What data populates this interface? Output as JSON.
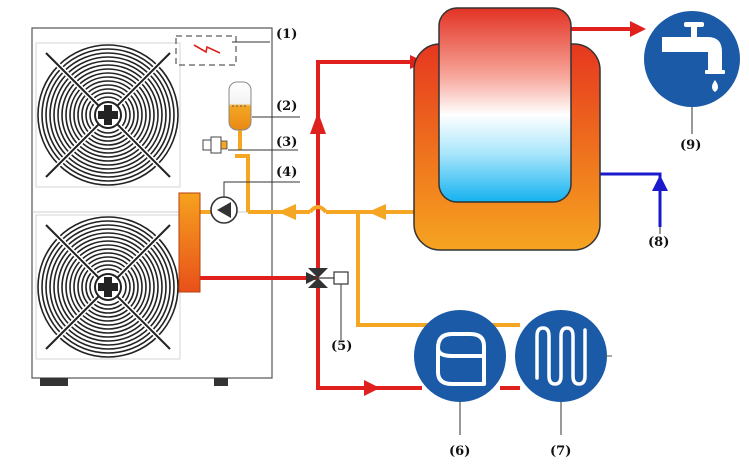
{
  "labels": {
    "l1": "(1)",
    "l2": "(2)",
    "l3": "(3)",
    "l4": "(4)",
    "l5": "(5)",
    "l6": "(6)",
    "l7": "(7)",
    "l8": "(8)",
    "l9": "(9)"
  },
  "colors": {
    "hot_pipe": "#e0201c",
    "return_pipe": "#f5a623",
    "cold_pipe": "#1a1acc",
    "tank_outer": "#f29a1a",
    "tank_inner_top": "#e8392a",
    "tank_inner_bottom": "#1ab4f0",
    "consumer_circle": "#1a5aa6",
    "unit_outline": "#555555"
  },
  "icons": {
    "tap": "water-tap-icon",
    "tank": "storage-tank-icon",
    "radiator": "underfloor-heating-coil-icon",
    "fan": "fan-icon",
    "pump": "circulation-pump-icon",
    "valve": "three-way-valve-icon"
  }
}
